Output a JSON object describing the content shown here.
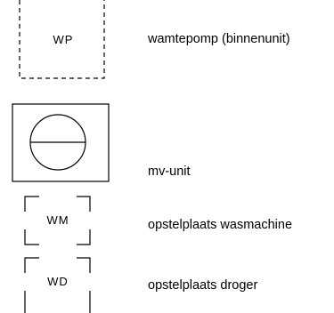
{
  "legend": [
    {
      "symbol": "WP",
      "description": "wamtepomp (binnenunit)"
    },
    {
      "symbol": "",
      "description": "mv-unit"
    },
    {
      "symbol": "WM",
      "description": "opstelplaats wasmachine"
    },
    {
      "symbol": "WD",
      "description": "opstelplaats droger"
    }
  ]
}
